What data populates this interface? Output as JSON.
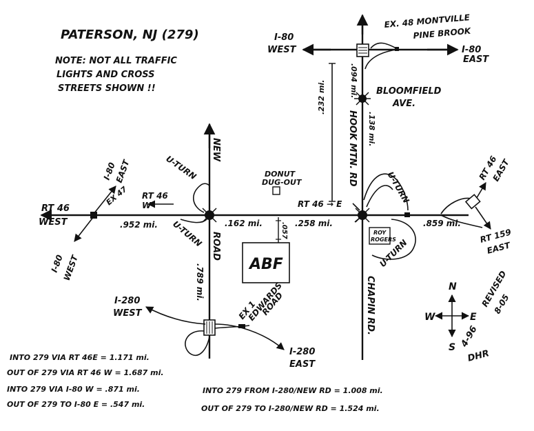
{
  "title": "PATERSON, NJ (279)",
  "note": [
    "NOTE: NOT ALL TRAFFIC",
    "LIGHTS AND CROSS",
    "STREETS SHOWN !!"
  ],
  "labels": {
    "ex48_line1": "EX. 48 MONTVILLE",
    "ex48_line2": "PINE BROOK",
    "i80_west_top_1": "I-80",
    "i80_west_top_2": "WEST",
    "i80_east_top_1": "I-80",
    "i80_east_top_2": "EAST",
    "bloomfield_1": "BLOOMFIELD",
    "bloomfield_2": "AVE.",
    "dist_094": ".094 mi.",
    "dist_232": ".232 mi.",
    "hook_mtn": "HOOK MTN. RD",
    "dist_138": ".138 mi.",
    "new_rd_top": "NEW",
    "new_rd_bottom": "ROAD",
    "uturn_nw": "U-TURN",
    "uturn_sw": "U-TURN",
    "uturn_ne": "U-TURN",
    "uturn_se": "U-TURN",
    "donut_1": "DONUT",
    "donut_2": "DUG-OUT",
    "i80_east_w_1": "I-80",
    "i80_east_w_2": "EAST",
    "ex47": "EX 47",
    "rt46_w_1": "RT 46",
    "rt46_w_2": "W",
    "rt46_west_1": "RT 46",
    "rt46_west_2": "WEST",
    "i80_west_sw_1": "I-80",
    "i80_west_sw_2": "WEST",
    "dist_952": ".952 mi.",
    "dist_162": ".162 mi.",
    "dist_258": ".258 mi.",
    "dist_859": ".859 mi.",
    "dist_057": ".057",
    "rt46_e": "RT 46 → E",
    "abf": "ABF",
    "roy_1": "ROY",
    "roy_2": "ROGERS",
    "rt46_east_1": "RT 46",
    "rt46_east_2": "EAST",
    "rt159_1": "RT 159",
    "rt159_2": "EAST",
    "chapin": "CHAPIN RD.",
    "dist_789": ".789 mi.",
    "i280_west_1": "I-280",
    "i280_west_2": "WEST",
    "ex1_1": "EX 1",
    "ex1_2": "EDWARDS",
    "ex1_3": "ROAD",
    "i280_east_1": "I-280",
    "i280_east_2": "EAST",
    "compass_n": "N",
    "compass_s": "S",
    "compass_e": "E",
    "compass_w": "W",
    "revised_1": "REVISED",
    "revised_2": "8-05",
    "orig_1": "4-96",
    "orig_2": "DHR"
  },
  "notes_left": [
    "INTO 279 VIA RT 46E = 1.171 mi.",
    "OUT OF 279 VIA RT 46 W = 1.687 mi.",
    "INTO 279 VIA I-80 W = .871 mi.",
    "OUT OF 279 TO I-80 E = .547 mi."
  ],
  "notes_right": [
    "INTO 279 FROM I-280/NEW RD = 1.008 mi.",
    "OUT OF 279 TO I-280/NEW RD = 1.524 mi."
  ]
}
